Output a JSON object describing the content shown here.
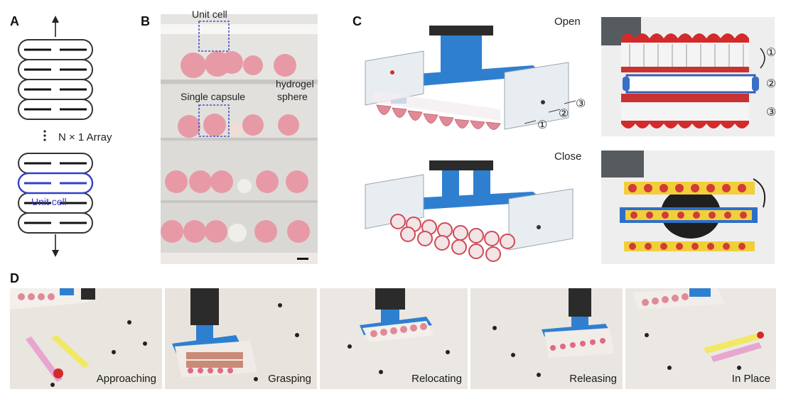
{
  "panels": {
    "a": {
      "letter": "A",
      "array_label": "N × 1 Array",
      "unit_label": "Unit cell"
    },
    "b": {
      "letter": "B",
      "unit_cell": "Unit cell",
      "single_capsule": "Single capsule",
      "hydrogel": "hydrogel",
      "sphere": "sphere"
    },
    "c": {
      "letter": "C",
      "open": "Open",
      "close": "Close",
      "m1": "①",
      "m2": "②",
      "m3": "③"
    },
    "d": {
      "letter": "D",
      "frames": [
        "Approaching",
        "Grasping",
        "Relocating",
        "Releasing",
        "In Place"
      ]
    }
  },
  "colors": {
    "unit_cell_blue": "#3340c8",
    "gripper_blue": "#2f7fd0",
    "capsule_pink": "#e89aa8",
    "marker_red": "#d42a2a"
  }
}
